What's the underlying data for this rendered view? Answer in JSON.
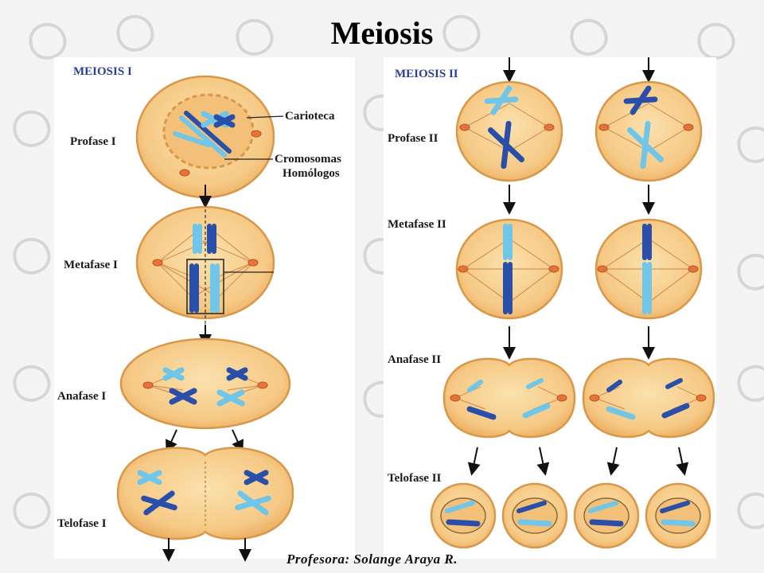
{
  "title": "Meiosis",
  "footer": "Profesora: Solange Araya R.",
  "meiosis1": {
    "heading": "MEIOSIS I",
    "phases": [
      "Profase I",
      "Metafase I",
      "Anafase I",
      "Telofase I"
    ],
    "annotations": {
      "nuclear_envelope": "Carioteca",
      "homologous_line1": "Cromosomas",
      "homologous_line2": "Homólogos"
    }
  },
  "meiosis2": {
    "heading": "MEIOSIS II",
    "phases": [
      "Profase II",
      "Metafase II",
      "Anafase II",
      "Telofase II"
    ]
  },
  "colors": {
    "cell_fill": "#f7cf8f",
    "cell_edge": "#d9974a",
    "chrom_dark": "#2a4fa8",
    "chrom_light": "#6fc6e8",
    "centrosome": "#e9733a",
    "spindle": "#c77a3b"
  }
}
